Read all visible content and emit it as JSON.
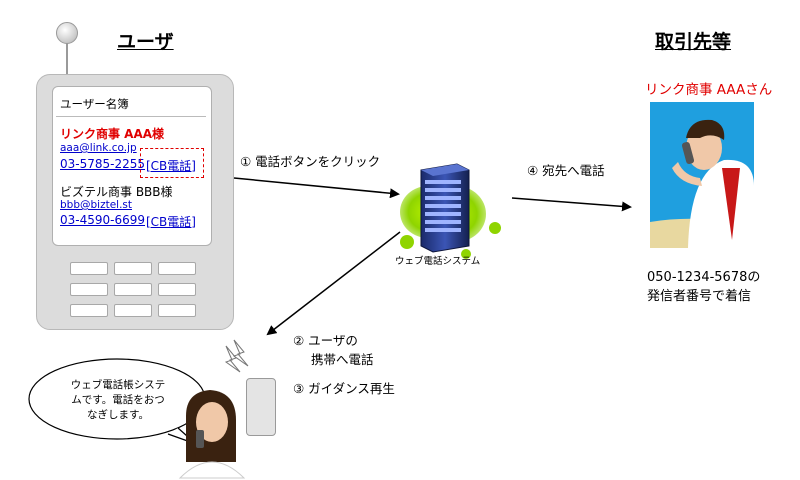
{
  "headings": {
    "user": "ユーザ",
    "partner": "取引先等"
  },
  "phonebook": {
    "title": "ユーザー名簿",
    "contacts": [
      {
        "name": "リンク商事 AAA様",
        "email": "aaa@link.co.jp",
        "tel": "03-5785-2255",
        "cb_label": "[CB電話]"
      },
      {
        "name": "ビズテル商事 BBB様",
        "email": "bbb@biztel.st",
        "tel": "03-4590-6699",
        "cb_label": "[CB電話]"
      }
    ]
  },
  "steps": {
    "step1": "① 電話ボタンをクリック",
    "step2_line1": "② ユーザの",
    "step2_line2": "携帯へ電話",
    "step3": "③ ガイダンス再生",
    "step4": "④ 宛先へ電話"
  },
  "server": {
    "label": "ウェブ電話システム"
  },
  "callee": {
    "name": "リンク商事 AAAさん",
    "caption_line1": "050-1234-5678の",
    "caption_line2": "発信者番号で着信"
  },
  "bubble": {
    "line1": "ウェブ電話帳システ",
    "line2": "ムです。電話をおつ",
    "line3": "なぎします。"
  },
  "colors": {
    "highlight_red": "#e00000",
    "link_blue": "#0000cc",
    "server_glow": "#8fd400",
    "photo_bg": "#1f9fdf"
  }
}
